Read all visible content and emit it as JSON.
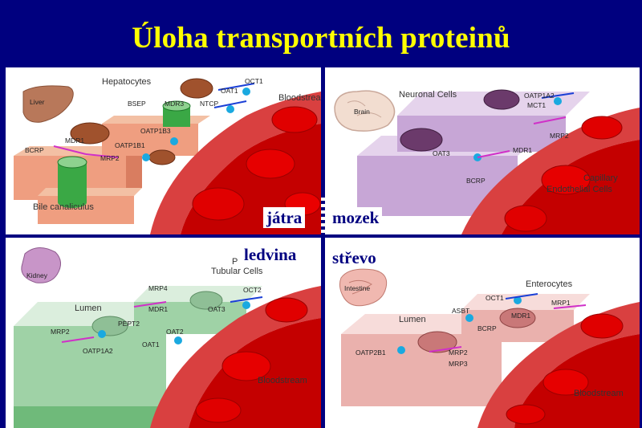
{
  "title": "Úloha transportních proteinů",
  "colors": {
    "background": "#00007f",
    "title": "#ffff00",
    "overlay_text": "#000080"
  },
  "overlays": {
    "liver": "játra",
    "brain": "mozek",
    "kidney": "ledvina",
    "intestine": "střevo"
  },
  "panels": {
    "liver": {
      "organ": "Liver",
      "cells": "Hepatocytes",
      "blood": "Bloodstream",
      "canal": "Bile canaliculus",
      "transporters": [
        "OCT1",
        "OAT1",
        "BSEP",
        "MDR3",
        "NTCP",
        "OATP1B3",
        "MDR1",
        "OATP1B1",
        "BCRP",
        "MRP2"
      ]
    },
    "brain": {
      "organ": "Brain",
      "cells": "Neuronal Cells",
      "capillary": "Capillary",
      "endo": "Endothelial Cells",
      "transporters": [
        "OATP1A2",
        "MCT1",
        "MRP2",
        "OAT3",
        "MDR1",
        "BCRP"
      ]
    },
    "kidney": {
      "organ": "Kidney",
      "cells1": "P",
      "cells2": "Tubular Cells",
      "lumen": "Lumen",
      "blood": "Bloodstream",
      "transporters": [
        "MRP4",
        "OCT2",
        "MDR1",
        "OAT3",
        "PEPT2",
        "OAT2",
        "MRP2",
        "OAT1",
        "OATP1A2"
      ]
    },
    "intestine": {
      "organ": "Intestine",
      "cells": "Enterocytes",
      "lumen": "Lumen",
      "blood": "Bloodstream",
      "transporters": [
        "OCT1",
        "MRP1",
        "ASBT",
        "MDR1",
        "BCRP",
        "OATP2B1",
        "MRP2",
        "MRP3"
      ]
    }
  }
}
